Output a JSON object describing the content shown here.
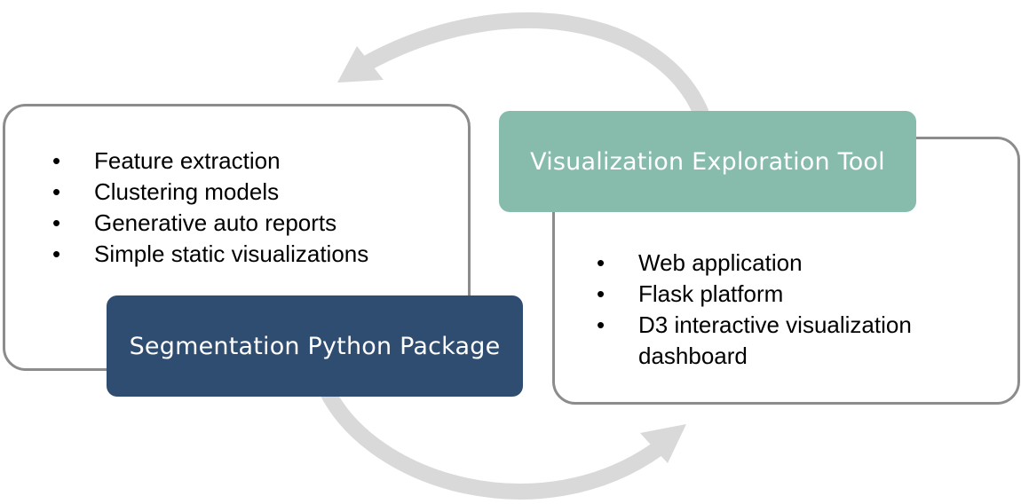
{
  "colors": {
    "package_box": "#2f4d70",
    "tool_box": "#87bcad",
    "panel_border": "#8c8c8c",
    "cycle_arrow": "#d9d9d9"
  },
  "package": {
    "title": "Segmentation Python Package",
    "items": [
      "Feature extraction",
      "Clustering models",
      "Generative auto reports",
      "Simple static visualizations"
    ]
  },
  "tool": {
    "title": "Visualization Exploration Tool",
    "items": [
      "Web application",
      "Flask platform",
      "D3 interactive visualization dashboard"
    ]
  },
  "bullet_char": "•"
}
